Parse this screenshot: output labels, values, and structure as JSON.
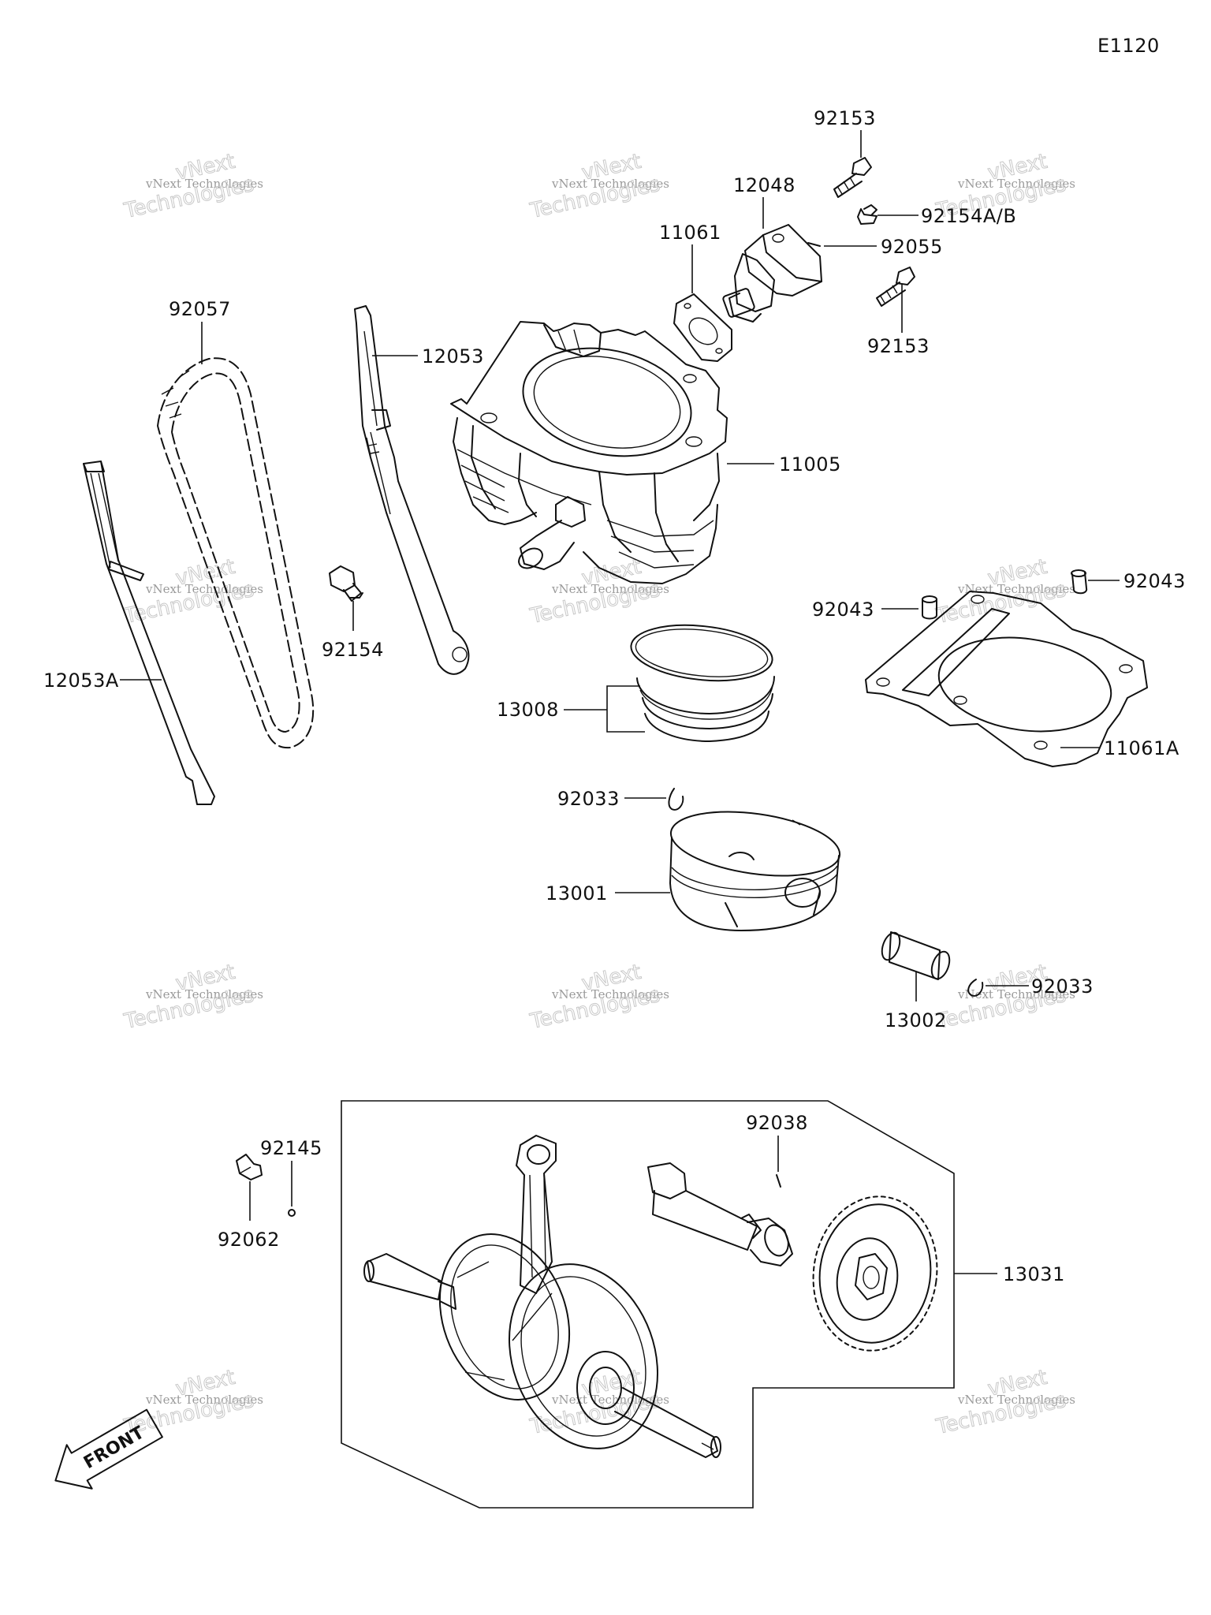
{
  "diagram_code": "E1120",
  "front_label": "FRONT",
  "watermark": {
    "line1": "vNext",
    "line2": "vNext Technologies",
    "line3": "Technologies"
  },
  "callouts": [
    {
      "id": "c-92153-top",
      "text": "92153"
    },
    {
      "id": "c-12048",
      "text": "12048"
    },
    {
      "id": "c-11061",
      "text": "11061"
    },
    {
      "id": "c-92154ab",
      "text": "92154A/B"
    },
    {
      "id": "c-92055",
      "text": "92055"
    },
    {
      "id": "c-92153-bot",
      "text": "92153"
    },
    {
      "id": "c-92057",
      "text": "92057"
    },
    {
      "id": "c-12053",
      "text": "12053"
    },
    {
      "id": "c-11005",
      "text": "11005"
    },
    {
      "id": "c-92154",
      "text": "92154"
    },
    {
      "id": "c-12053a",
      "text": "12053A"
    },
    {
      "id": "c-13008",
      "text": "13008"
    },
    {
      "id": "c-92043-left",
      "text": "92043"
    },
    {
      "id": "c-92043-right",
      "text": "92043"
    },
    {
      "id": "c-11061a",
      "text": "11061A"
    },
    {
      "id": "c-92033-top",
      "text": "92033"
    },
    {
      "id": "c-13001",
      "text": "13001"
    },
    {
      "id": "c-92033-bot",
      "text": "92033"
    },
    {
      "id": "c-13002",
      "text": "13002"
    },
    {
      "id": "c-92038",
      "text": "92038"
    },
    {
      "id": "c-92145",
      "text": "92145"
    },
    {
      "id": "c-92062",
      "text": "92062"
    },
    {
      "id": "c-13031",
      "text": "13031"
    }
  ]
}
